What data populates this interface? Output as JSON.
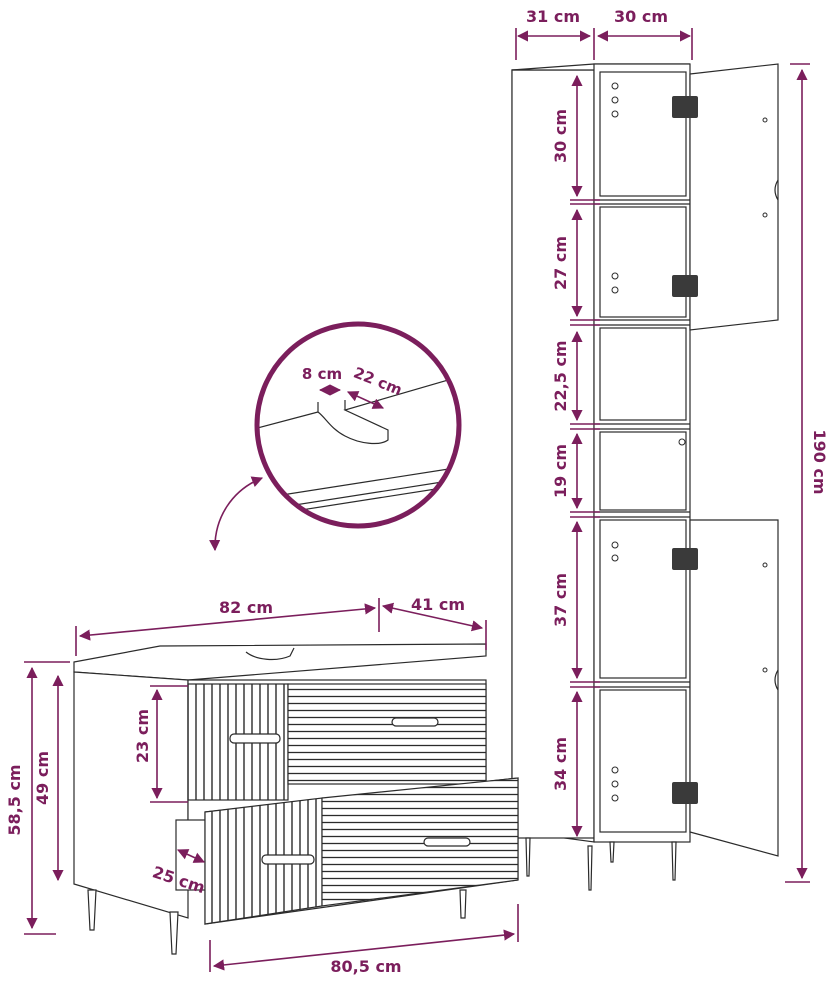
{
  "colors": {
    "dimension": "#7b1e5c",
    "outline": "#2b2b2b",
    "background": "#ffffff"
  },
  "tall_cabinet": {
    "depth_label": "31 cm",
    "width_label": "30 cm",
    "height_label": "190 cm",
    "compartments": [
      "30 cm",
      "27 cm",
      "22,5 cm",
      "19 cm",
      "37 cm",
      "34 cm"
    ]
  },
  "detail_callout": {
    "notch_width_label": "8 cm",
    "notch_depth_label": "22 cm"
  },
  "vanity": {
    "width_label": "82 cm",
    "depth_label": "41 cm",
    "total_height_label": "58,5 cm",
    "body_height_label": "49 cm",
    "drawer_height_label": "23 cm",
    "drawer_depth_label": "25 cm",
    "drawer_width_label": "80,5 cm"
  }
}
